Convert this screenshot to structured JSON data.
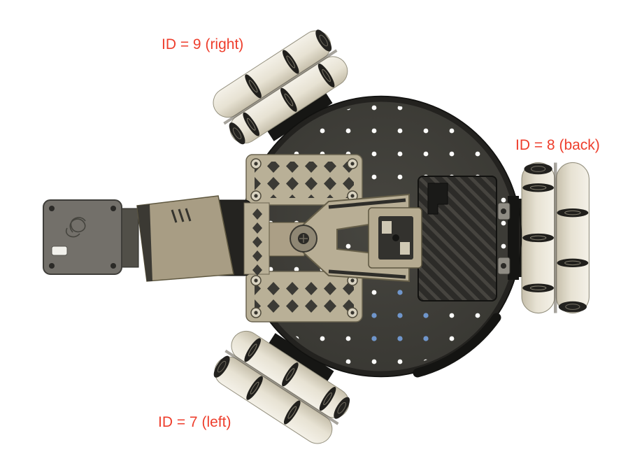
{
  "figure": {
    "type": "robot-top-view-diagram",
    "labels": [
      {
        "name": "wheel-id-9",
        "text": "ID = 9 (right)"
      },
      {
        "name": "wheel-id-8",
        "text": "ID = 8 (back)"
      },
      {
        "name": "wheel-id-7",
        "text": "ID = 7 (left)"
      }
    ],
    "colors": {
      "label_text": "#ee3e2c",
      "background": "#ffffff",
      "chassis_plate": "#3b3a35",
      "wheel_roller": "#ece8db",
      "arm_body": "#b5ab91",
      "blue_mount_hole": "#6f96cc"
    }
  }
}
